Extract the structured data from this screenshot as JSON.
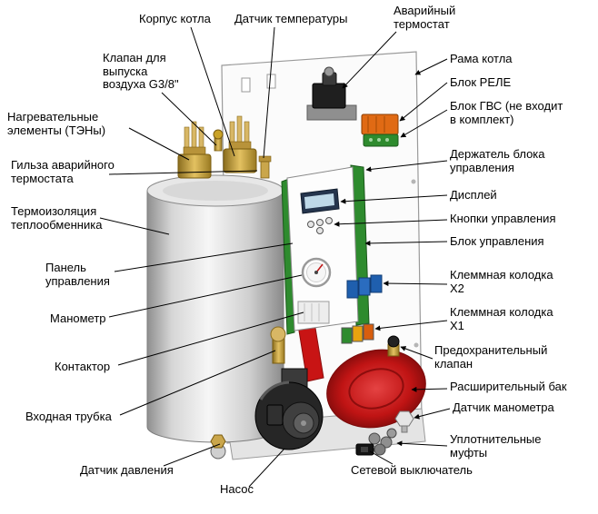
{
  "labels": {
    "korpus": "Корпус котла",
    "datchik_temp": "Датчик температуры",
    "avar_termostat": "Аварийный термостат",
    "klapan_vozduha": "Клапан для выпуска воздуха G3/8\"",
    "rama": "Рама котла",
    "blok_rele": "Блок РЕЛЕ",
    "blok_gvs": "Блок ГВС (не входит в комплект)",
    "nagrev_elementy": "Нагревательные элементы (ТЭНы)",
    "derzhatel_bloka": "Держатель блока управления",
    "gilza_termostata": "Гильза аварийного термостата",
    "displey": "Дисплей",
    "termoizolyaciya": "Термоизоляция теплообменника",
    "knopki": "Кнопки управления",
    "blok_upravleniya": "Блок управления",
    "panel_upravleniya": "Панель управления",
    "klemm_x2": "Клеммная колодка Х2",
    "manometr": "Манометр",
    "klemm_x1": "Клеммная колодка Х1",
    "predohranitelnyy_klapan": "Предохранительный клапан",
    "kontaktor": "Контактор",
    "rasshiritelnyy_bak": "Расширительный бак",
    "vhodnaya_trubka": "Входная трубка",
    "datchik_manometra": "Датчик манометра",
    "uplotnitelnye_mufty": "Уплотнительные муфты",
    "datchik_davleniya": "Датчик давления",
    "nasos": "Насос",
    "setevoy_vyklyuchatel": "Сетевой выключатель"
  },
  "colors": {
    "pipe_red": "#c81414",
    "brass": "#c9a227",
    "pcb_green": "#2e8b2e",
    "tank_silver": "#c9c9c9",
    "pump_black": "#262626"
  }
}
